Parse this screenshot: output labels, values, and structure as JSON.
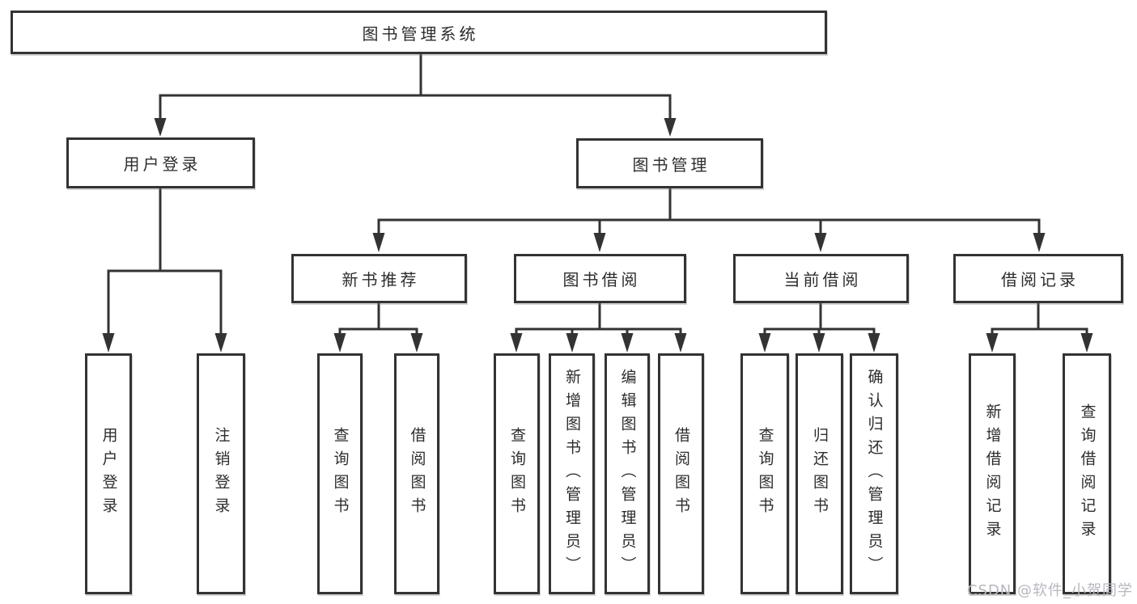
{
  "diagram": {
    "type": "hierarchy-tree",
    "tree": {
      "label": "图书管理系统",
      "children": [
        {
          "label": "用户登录",
          "children": [
            {
              "label": "用户登录"
            },
            {
              "label": "注销登录"
            }
          ]
        },
        {
          "label": "图书管理",
          "children": [
            {
              "label": "新书推荐",
              "children": [
                {
                  "label": "查询图书"
                },
                {
                  "label": "借阅图书"
                }
              ]
            },
            {
              "label": "图书借阅",
              "children": [
                {
                  "label": "查询图书"
                },
                {
                  "label": "新增图书（管理员）"
                },
                {
                  "label": "编辑图书（管理员）"
                },
                {
                  "label": "借阅图书"
                }
              ]
            },
            {
              "label": "当前借阅",
              "children": [
                {
                  "label": "查询图书"
                },
                {
                  "label": "归还图书"
                },
                {
                  "label": "确认归还（管理员）"
                }
              ]
            },
            {
              "label": "借阅记录",
              "children": [
                {
                  "label": "新增借阅记录"
                },
                {
                  "label": "查询借阅记录"
                }
              ]
            }
          ]
        }
      ]
    },
    "colors": {
      "line": "#333333",
      "box_border": "#333333",
      "box_fill": "#ffffff",
      "text": "#2d2d2d",
      "watermark_text_color": "#b6b7c0",
      "background": "#ffffff"
    },
    "watermark": "CSDN @软件_小贺同学"
  }
}
